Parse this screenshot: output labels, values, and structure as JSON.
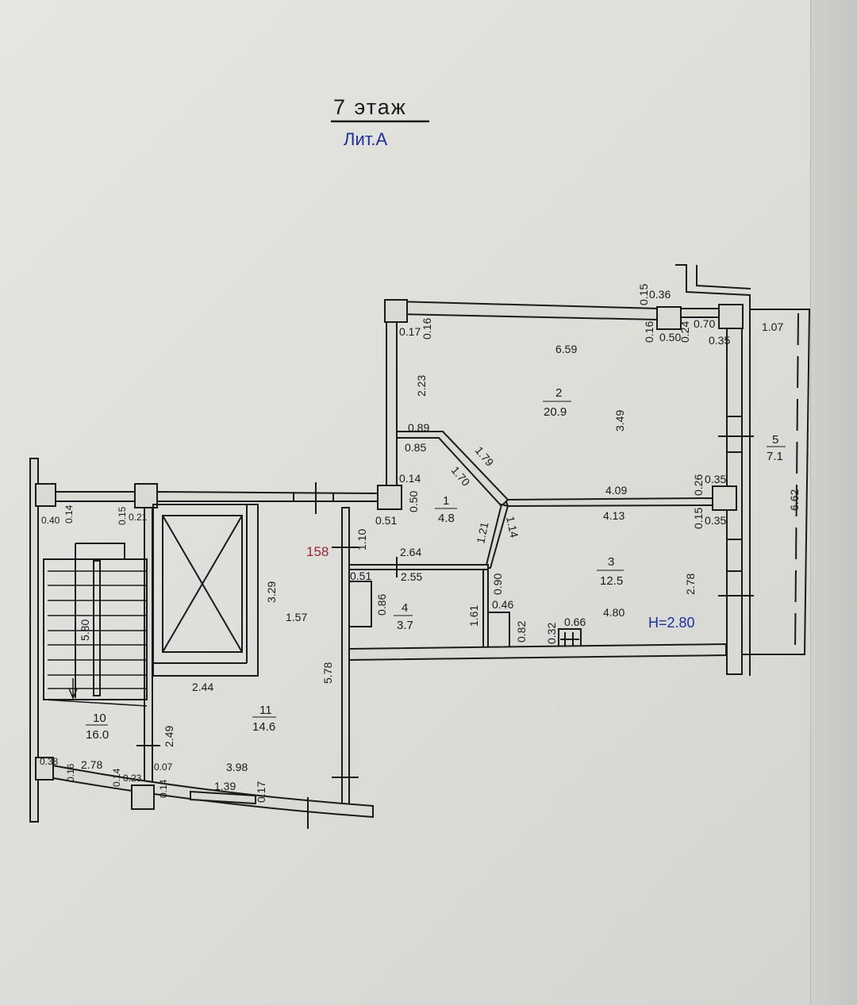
{
  "header": {
    "floor": "7 этаж",
    "letter": "Лит.А"
  },
  "annotations": {
    "ceiling_height": "H=2.80",
    "stamp_number": "158"
  },
  "colors": {
    "ink": "#1a1a1a",
    "blue_ink": "#1f2f9a",
    "red_ink": "#9a2535"
  },
  "rooms": [
    {
      "number": "1",
      "area": "4.8"
    },
    {
      "number": "2",
      "area": "20.9"
    },
    {
      "number": "3",
      "area": "12.5"
    },
    {
      "number": "4",
      "area": "3.7"
    },
    {
      "number": "5",
      "area": "7.1"
    },
    {
      "number": "10",
      "area": "16.0"
    },
    {
      "number": "11",
      "area": "14.6"
    }
  ],
  "dimensions": {
    "d0_15a": "0.15",
    "d0_36": "0.36",
    "d0_16a": "0.16",
    "d0_50a": "0.50",
    "d0_24": "0.24",
    "d0_70": "0.70",
    "d0_35a": "0.35",
    "d1_07": "1.07",
    "d0_17a": "0.17",
    "d0_16b": "0.16",
    "d6_59": "6.59",
    "d2_23": "2.23",
    "d3_49": "3.49",
    "d0_89": "0.89",
    "d0_85": "0.85",
    "d1_79": "1.79",
    "d1_70": "1.70",
    "d6_62": "6.62",
    "d0_14a": "0.14",
    "d0_50b": "0.50",
    "d0_51a": "0.51",
    "d4_09": "4.09",
    "d4_13": "4.13",
    "d0_26": "0.26",
    "d0_35b": "0.35",
    "d0_15b": "0.15",
    "d0_35c": "0.35",
    "d1_21": "1.21",
    "d1_14": "1.14",
    "d1_10": "1.10",
    "d2_64": "2.64",
    "d2_55": "2.55",
    "d0_51b": "0.51",
    "d0_86": "0.86",
    "d1_61": "1.61",
    "d0_90": "0.90",
    "d0_46": "0.46",
    "d0_82": "0.82",
    "d0_32": "0.32",
    "d0_66": "0.66",
    "d4_80": "4.80",
    "d2_78a": "2.78",
    "d0_40": "0.40",
    "d0_14b": "0.14",
    "d0_15c": "0.15",
    "d0_21": "0.21",
    "d3_29": "3.29",
    "d1_57": "1.57",
    "d5_80": "5.80",
    "d5_78": "5.78",
    "d2_44": "2.44",
    "d2_49": "2.49",
    "d0_38": "0.38",
    "d0_16c": "0.16",
    "d2_78b": "2.78",
    "d0_14c": "0.14",
    "d0_23": "0.23",
    "d0_07": "0.07",
    "d0_14d": "0.14",
    "d3_98": "3.98",
    "d1_39": "1.39",
    "d0_17b": "0.17"
  }
}
